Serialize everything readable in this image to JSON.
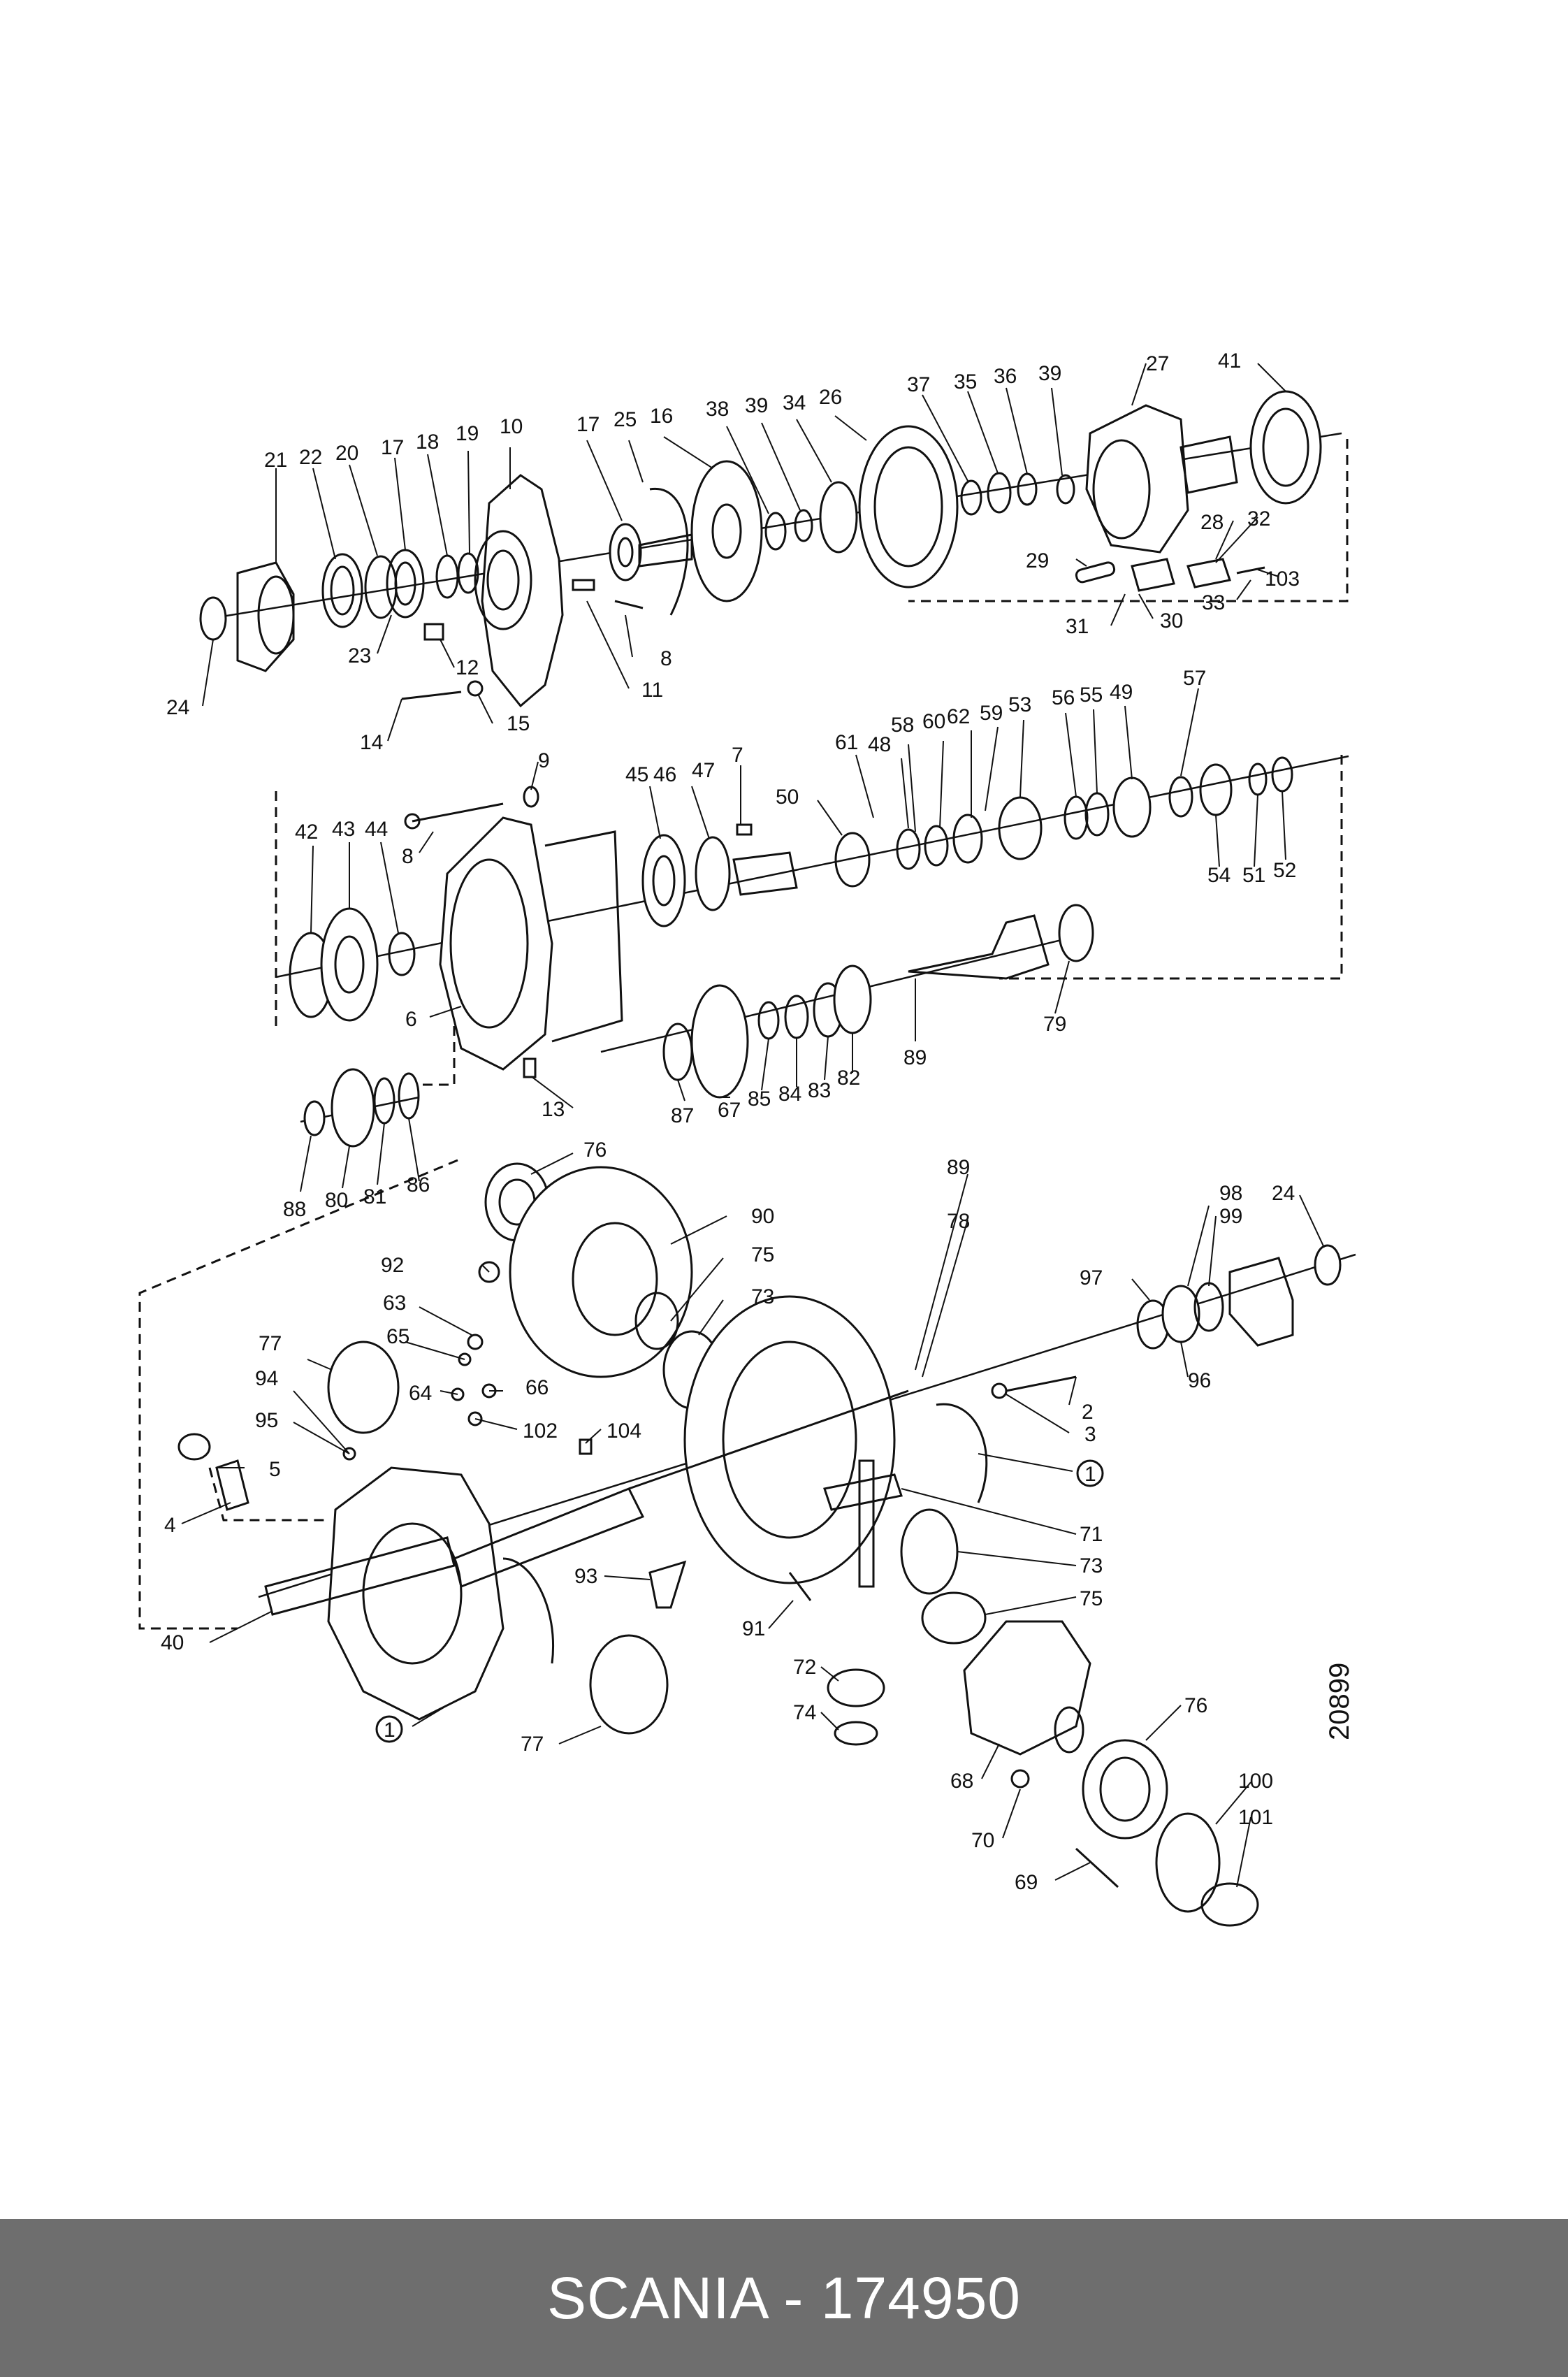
{
  "drawing_number": "20899",
  "footer": {
    "caption": "SCANIA - 174950"
  },
  "part_labels": [
    {
      "n": "21"
    },
    {
      "n": "22"
    },
    {
      "n": "20"
    },
    {
      "n": "17"
    },
    {
      "n": "18"
    },
    {
      "n": "19"
    },
    {
      "n": "10"
    },
    {
      "n": "17"
    },
    {
      "n": "25"
    },
    {
      "n": "16"
    },
    {
      "n": "38"
    },
    {
      "n": "39"
    },
    {
      "n": "34"
    },
    {
      "n": "26"
    },
    {
      "n": "37"
    },
    {
      "n": "35"
    },
    {
      "n": "36"
    },
    {
      "n": "39"
    },
    {
      "n": "27"
    },
    {
      "n": "41"
    },
    {
      "n": "28"
    },
    {
      "n": "32"
    },
    {
      "n": "29"
    },
    {
      "n": "103"
    },
    {
      "n": "33"
    },
    {
      "n": "31"
    },
    {
      "n": "30"
    },
    {
      "n": "24"
    },
    {
      "n": "23"
    },
    {
      "n": "12"
    },
    {
      "n": "8"
    },
    {
      "n": "11"
    },
    {
      "n": "14"
    },
    {
      "n": "15"
    },
    {
      "n": "9"
    },
    {
      "n": "45"
    },
    {
      "n": "46"
    },
    {
      "n": "47"
    },
    {
      "n": "7"
    },
    {
      "n": "61"
    },
    {
      "n": "58"
    },
    {
      "n": "60"
    },
    {
      "n": "62"
    },
    {
      "n": "59"
    },
    {
      "n": "53"
    },
    {
      "n": "56"
    },
    {
      "n": "55"
    },
    {
      "n": "49"
    },
    {
      "n": "57"
    },
    {
      "n": "50"
    },
    {
      "n": "48"
    },
    {
      "n": "8"
    },
    {
      "n": "42"
    },
    {
      "n": "43"
    },
    {
      "n": "44"
    },
    {
      "n": "54"
    },
    {
      "n": "51"
    },
    {
      "n": "52"
    },
    {
      "n": "6"
    },
    {
      "n": "79"
    },
    {
      "n": "89"
    },
    {
      "n": "87"
    },
    {
      "n": "67"
    },
    {
      "n": "85"
    },
    {
      "n": "84"
    },
    {
      "n": "83"
    },
    {
      "n": "82"
    },
    {
      "n": "13"
    },
    {
      "n": "88"
    },
    {
      "n": "80"
    },
    {
      "n": "81"
    },
    {
      "n": "86"
    },
    {
      "n": "76"
    },
    {
      "n": "89"
    },
    {
      "n": "90"
    },
    {
      "n": "78"
    },
    {
      "n": "75"
    },
    {
      "n": "92"
    },
    {
      "n": "73"
    },
    {
      "n": "98"
    },
    {
      "n": "24"
    },
    {
      "n": "99"
    },
    {
      "n": "97"
    },
    {
      "n": "96"
    },
    {
      "n": "63"
    },
    {
      "n": "77"
    },
    {
      "n": "65"
    },
    {
      "n": "94"
    },
    {
      "n": "64"
    },
    {
      "n": "66"
    },
    {
      "n": "2"
    },
    {
      "n": "95"
    },
    {
      "n": "102"
    },
    {
      "n": "104"
    },
    {
      "n": "3"
    },
    {
      "n": "5"
    },
    {
      "n": "1"
    },
    {
      "n": "4"
    },
    {
      "n": "71"
    },
    {
      "n": "93"
    },
    {
      "n": "73"
    },
    {
      "n": "75"
    },
    {
      "n": "40"
    },
    {
      "n": "91"
    },
    {
      "n": "72"
    },
    {
      "n": "74"
    },
    {
      "n": "76"
    },
    {
      "n": "1"
    },
    {
      "n": "77"
    },
    {
      "n": "68"
    },
    {
      "n": "100"
    },
    {
      "n": "101"
    },
    {
      "n": "70"
    },
    {
      "n": "69"
    }
  ]
}
